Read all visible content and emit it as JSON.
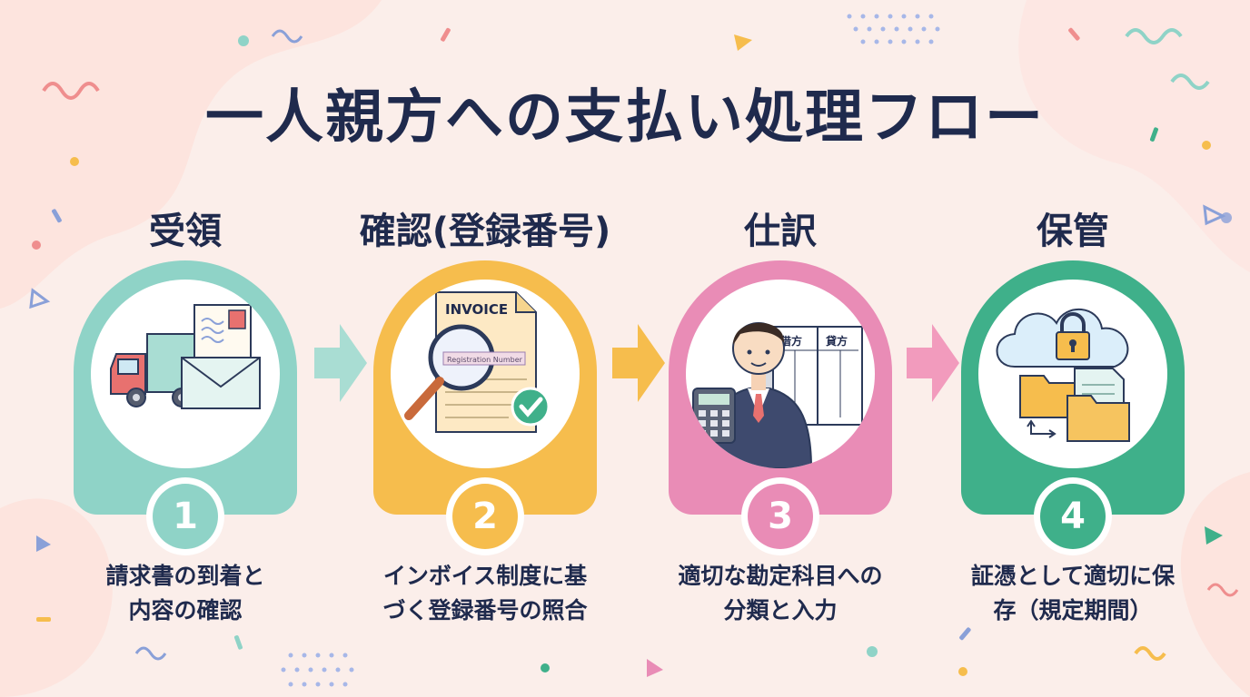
{
  "title": "一人親方への支払い処理フロー",
  "steps": [
    {
      "number": "1",
      "heading": "受領",
      "desc_line1": "請求書の到着と",
      "desc_line2": "内容の確認",
      "icon": "delivery-truck-mail-icon",
      "color": "#8fd3c7"
    },
    {
      "number": "2",
      "heading": "確認(登録番号)",
      "desc_line1": "インボイス制度に基",
      "desc_line2": "づく登録番号の照合",
      "icon": "invoice-magnifier-check-icon",
      "color": "#f6bd4d"
    },
    {
      "number": "3",
      "heading": "仕訳",
      "desc_line1": "適切な勘定科目への",
      "desc_line2": "分類と入力",
      "icon": "accountant-ledger-icon",
      "color": "#e98cb6"
    },
    {
      "number": "4",
      "heading": "保管",
      "desc_line1": "証憑として適切に保",
      "desc_line2": "存（規定期間）",
      "icon": "cloud-lock-folders-icon",
      "color": "#3fb08a"
    }
  ],
  "illustration_text": {
    "invoice": "INVOICE",
    "registration": "Registration Number",
    "debit": "借方",
    "credit": "貸方"
  },
  "colors": {
    "background": "#fbeeea",
    "text": "#1f2a4d",
    "step_number_ring": "#ffffff"
  }
}
